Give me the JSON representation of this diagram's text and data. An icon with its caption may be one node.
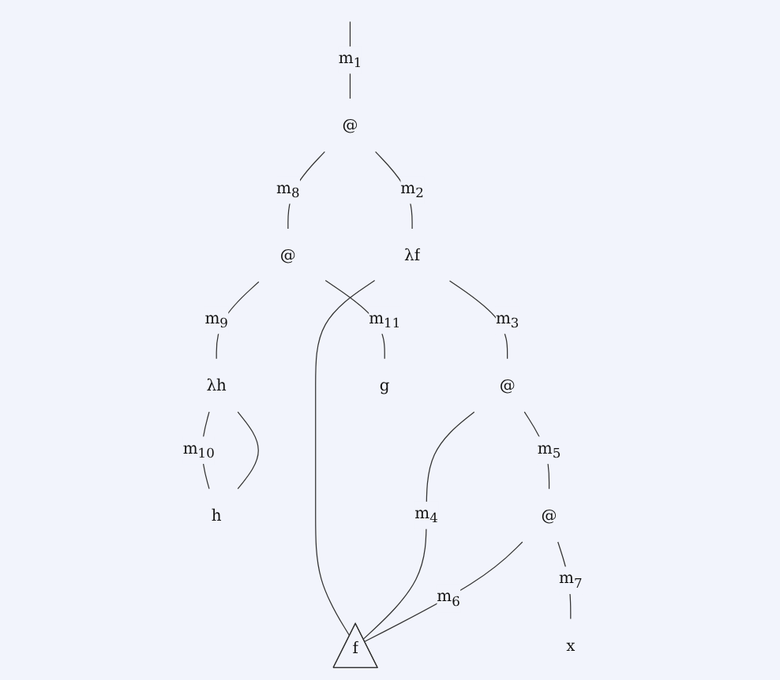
{
  "diagram": {
    "nodes": [
      {
        "text": [
          "@"
        ]
      },
      {
        "text": [
          "λf"
        ]
      },
      {
        "text": [
          "@"
        ]
      },
      {
        "text": [
          "@"
        ]
      },
      {
        "text": [
          "λh"
        ]
      },
      {
        "text": [
          "g"
        ]
      },
      {
        "text": [
          "h"
        ]
      },
      {
        "text": [
          "@"
        ]
      },
      {
        "text": [
          "f"
        ]
      },
      {
        "text": [
          "x"
        ]
      }
    ],
    "edges": [
      {
        "from": null,
        "to": 0,
        "arrow": "none",
        "label": "m$_{1}$"
      },
      {
        "from": 0,
        "to": 1,
        "arrow": "none",
        "label": "m$_{2}$"
      },
      {
        "from": 0,
        "to": 2,
        "arrow": "none",
        "label": "m$_{8}$"
      },
      {
        "from": 1,
        "to": 3,
        "arrow": "none",
        "label": "m$_{3}$"
      },
      {
        "from": 1,
        "to": 8,
        "arrow": "none"
      },
      {
        "from": 3,
        "to": 8,
        "arrow": "none",
        "label": "m$_{4}$"
      },
      {
        "from": 3,
        "to": 7,
        "arrow": "none",
        "label": "m$_{5}$"
      },
      {
        "from": 7,
        "to": 8,
        "arrow": "none",
        "label": "m$_{6}$"
      },
      {
        "from": 7,
        "to": 9,
        "arrow": "none",
        "label": "m$_{7}$"
      },
      {
        "from": 2,
        "to": 4,
        "arrow": "none",
        "label": "m$_{9}$"
      },
      {
        "from": 2,
        "to": 5,
        "arrow": "none",
        "label": "m$_{11}$"
      },
      {
        "from": 4,
        "to": 6,
        "arrow": "none",
        "label": "m$_{10}$"
      },
      {
        "from": 4,
        "to": 6,
        "arrow": "none"
      }
    ]
  }
}
